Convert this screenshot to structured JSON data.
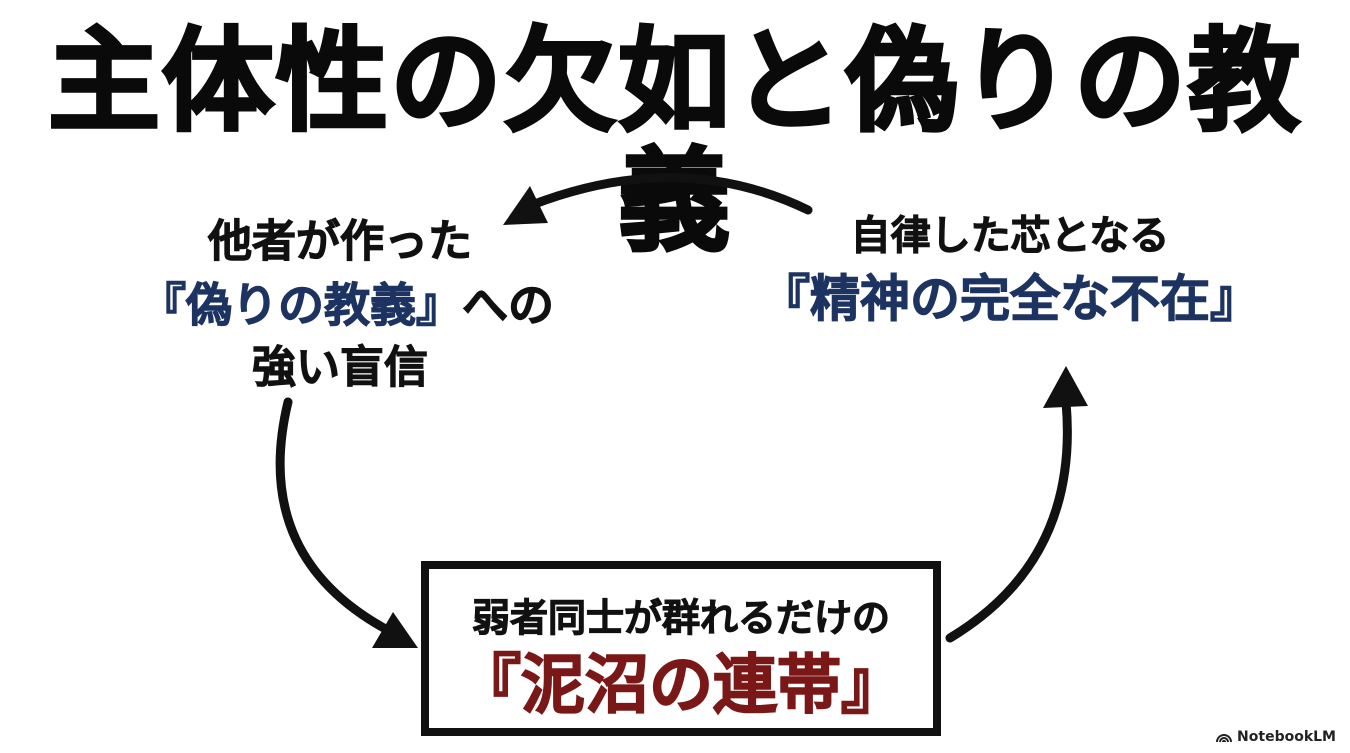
{
  "title": "主体性の欠如と偽りの教義",
  "nodes": {
    "left": {
      "line1": "他者が作った",
      "line2_emphasis": "『偽りの教義』",
      "line2_suffix": "への",
      "line3": "強い盲信"
    },
    "right": {
      "line1": "自律した芯となる",
      "line2_emphasis": "『精神の完全な不在』"
    },
    "bottom": {
      "line1": "弱者同士が群れるだけの",
      "line2_emphasis": "『泥沼の連帯』"
    }
  },
  "cycle_order": [
    "right",
    "left",
    "bottom"
  ],
  "colors": {
    "text": "#111111",
    "emphasis_blue": "#1d3361",
    "emphasis_red": "#7a1818",
    "arrow": "#111111"
  },
  "branding": {
    "name": "NotebookLM",
    "icon": "notebooklm-logo-icon"
  }
}
